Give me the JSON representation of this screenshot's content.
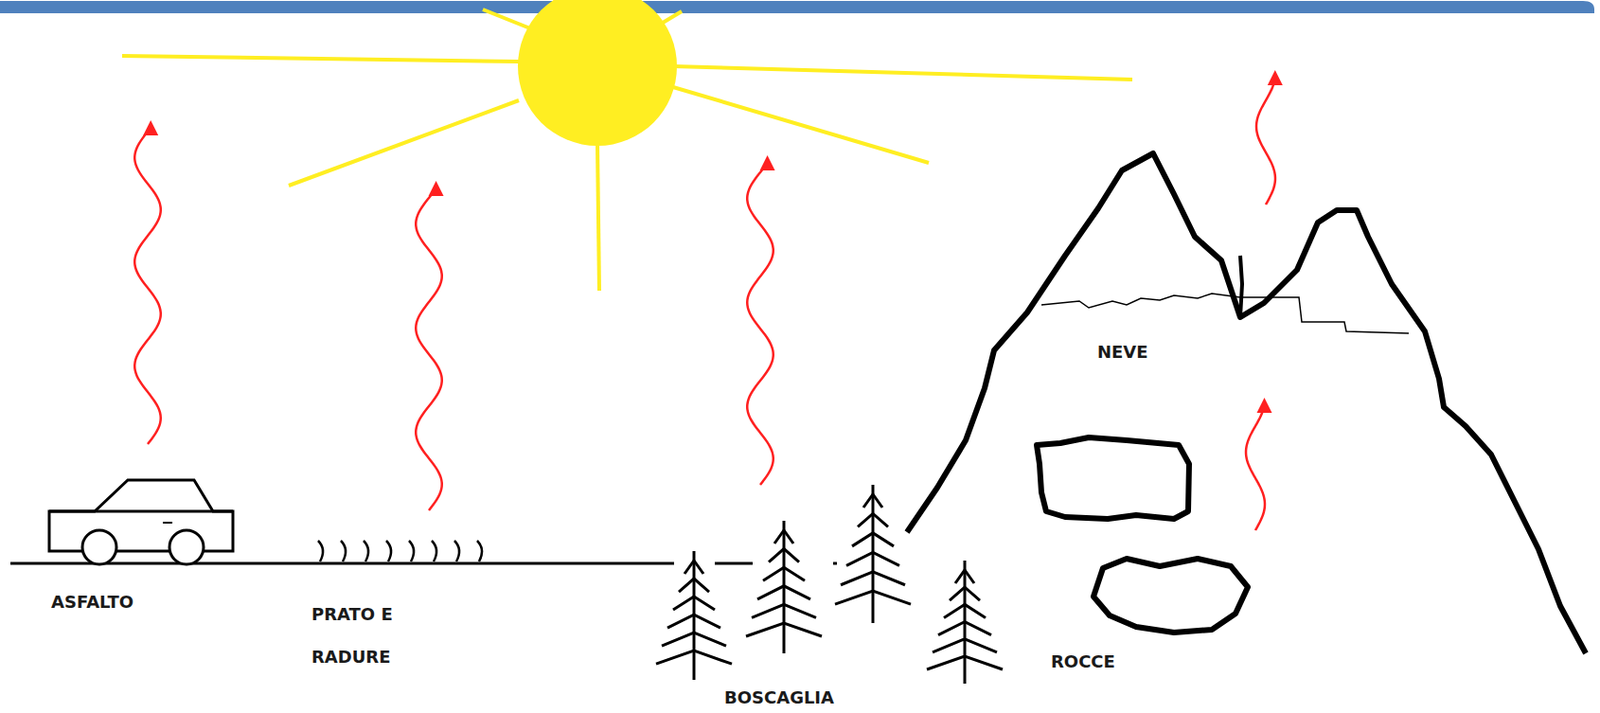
{
  "diagram": {
    "labels": [
      "ASFALTO",
      "PRATO E RADURE",
      "BOSCAGLIA",
      "NEVE",
      "ROCCE"
    ]
  }
}
